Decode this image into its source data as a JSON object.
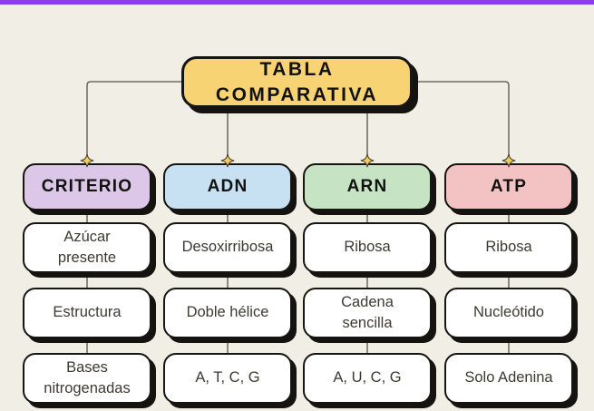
{
  "page": {
    "background_color": "#f1eee5",
    "top_bar_color": "#8a3de9",
    "border_color": "#161511",
    "shadow_color": "#14130f",
    "connector_color": "#55514a",
    "sparkle_color": "#f1ca62",
    "cell_background": "#ffffff",
    "cell_text_color": "#3c3a33"
  },
  "title": {
    "line1": "TABLA",
    "line2": "COMPARATIVA",
    "bg": "#f8d373"
  },
  "columns": [
    {
      "header": {
        "label": "CRITERIO",
        "bg": "#ddc7e8"
      },
      "cells": [
        "Azúcar\npresente",
        "Estructura",
        "Bases\nnitrogenadas"
      ]
    },
    {
      "header": {
        "label": "ADN",
        "bg": "#c7e0f2"
      },
      "cells": [
        "Desoxirribosa",
        "Doble hélice",
        "A, T, C, G"
      ]
    },
    {
      "header": {
        "label": "ARN",
        "bg": "#c6e4c3"
      },
      "cells": [
        "Ribosa",
        "Cadena\nsencilla",
        "A, U, C, G"
      ]
    },
    {
      "header": {
        "label": "ATP",
        "bg": "#f3c3c3"
      },
      "cells": [
        "Ribosa",
        "Nucleótido",
        "Solo Adenina"
      ]
    }
  ]
}
